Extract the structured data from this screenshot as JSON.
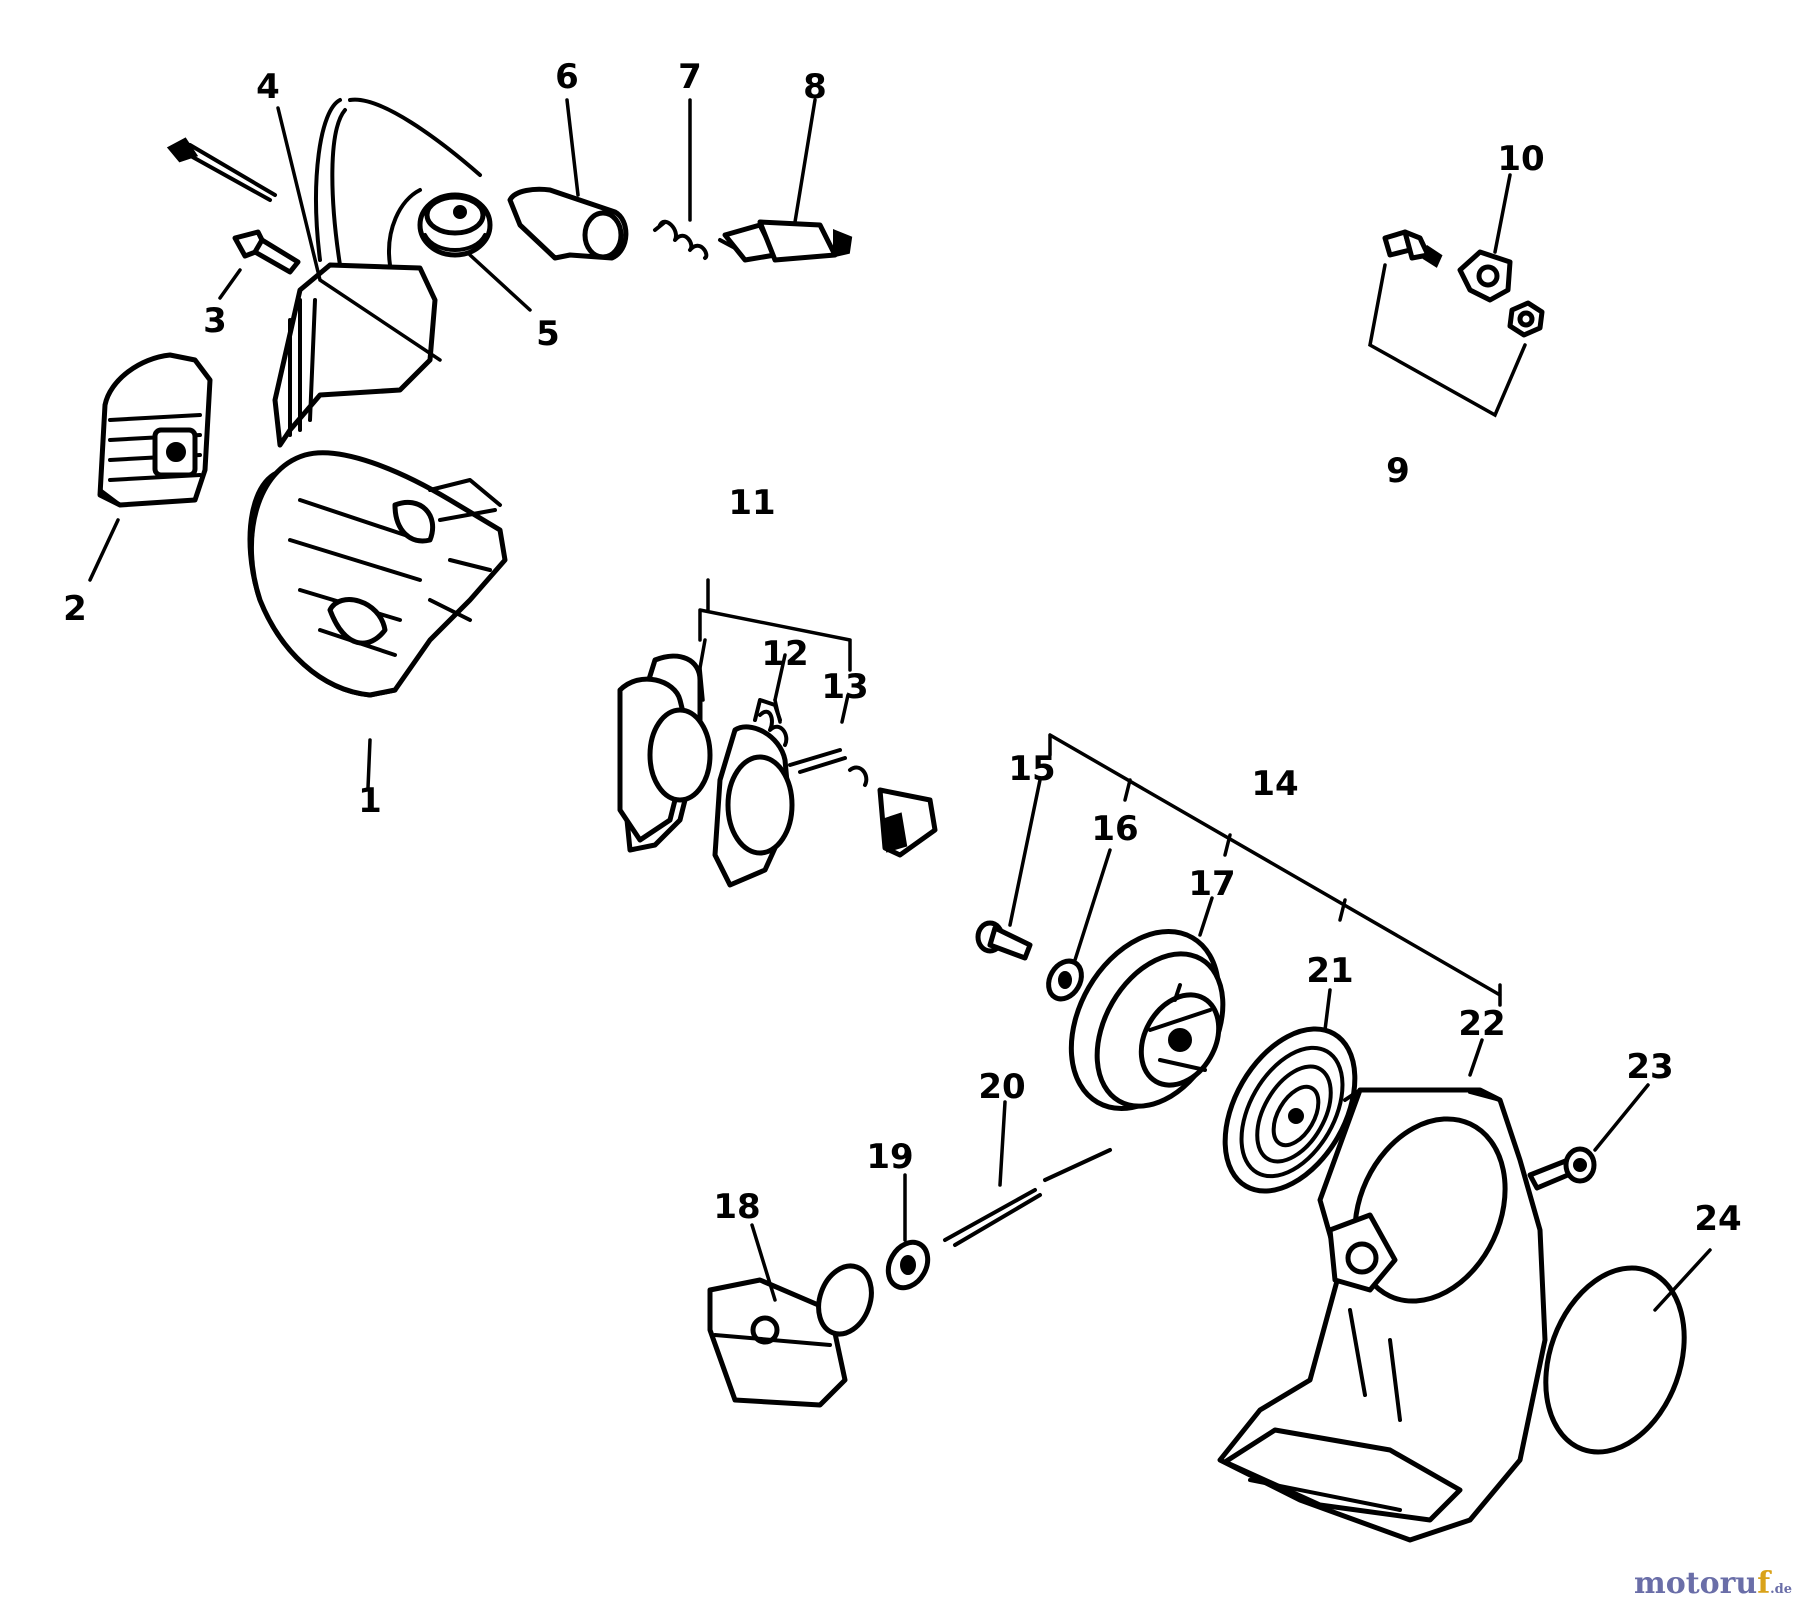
{
  "diagram": {
    "callouts": [
      {
        "id": "1",
        "label": "1"
      },
      {
        "id": "2",
        "label": "2"
      },
      {
        "id": "3",
        "label": "3"
      },
      {
        "id": "4",
        "label": "4"
      },
      {
        "id": "5",
        "label": "5"
      },
      {
        "id": "6",
        "label": "6"
      },
      {
        "id": "7",
        "label": "7"
      },
      {
        "id": "8",
        "label": "8"
      },
      {
        "id": "9",
        "label": "9"
      },
      {
        "id": "10",
        "label": "10"
      },
      {
        "id": "11",
        "label": "11"
      },
      {
        "id": "12",
        "label": "12"
      },
      {
        "id": "13",
        "label": "13"
      },
      {
        "id": "14",
        "label": "14"
      },
      {
        "id": "15",
        "label": "15"
      },
      {
        "id": "16",
        "label": "16"
      },
      {
        "id": "17",
        "label": "17"
      },
      {
        "id": "18",
        "label": "18"
      },
      {
        "id": "19",
        "label": "19"
      },
      {
        "id": "20",
        "label": "20"
      },
      {
        "id": "21",
        "label": "21"
      },
      {
        "id": "22",
        "label": "22"
      },
      {
        "id": "23",
        "label": "23"
      },
      {
        "id": "24",
        "label": "24"
      }
    ]
  },
  "watermark": {
    "text_main": "motoru",
    "text_accent": "f",
    "suffix": ".de"
  },
  "colors": {
    "line": "#000000",
    "background": "#ffffff",
    "watermark_main": "#6a6ea8",
    "watermark_accent": "#d9a21a"
  }
}
